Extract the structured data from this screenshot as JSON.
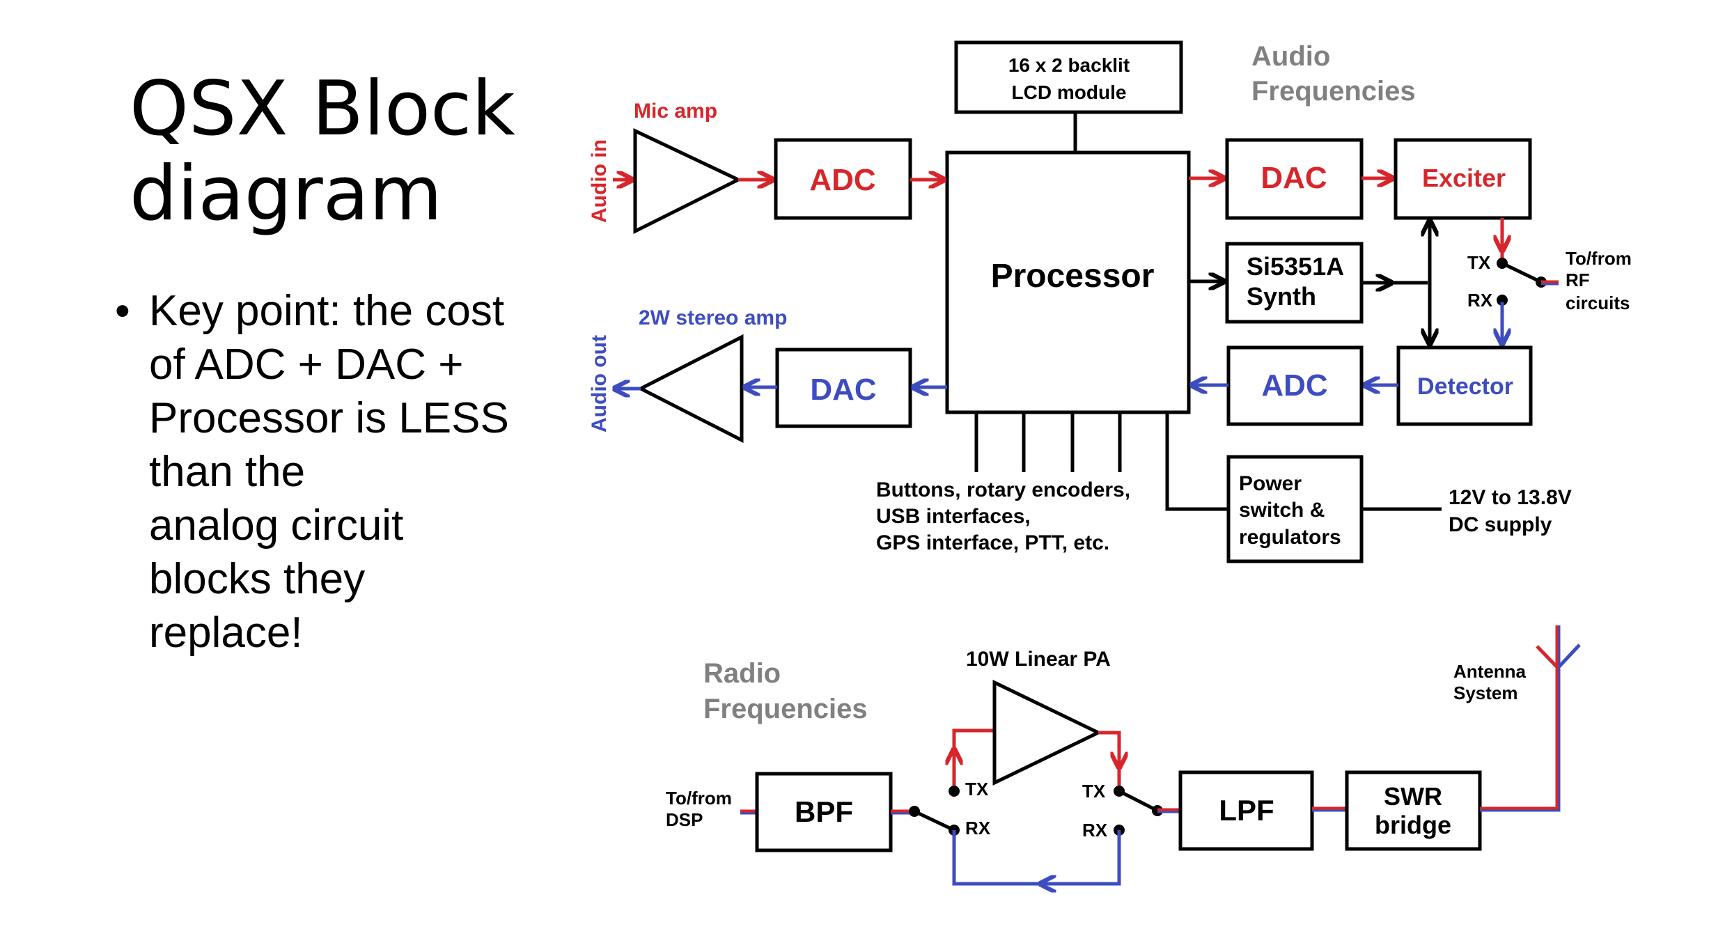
{
  "slide": {
    "title": "QSX Block\ndiagram",
    "bullet_symbol": "•",
    "bullet_text": "Key point: the cost\nof ADC + DAC +\nProcessor is LESS\nthan the\nanalog circuit\nblocks they\nreplace!"
  },
  "colors": {
    "audio_in": "#d7262b",
    "audio_out": "#3d4dbf",
    "section_label": "#808080",
    "line": "#000000"
  },
  "audio_diagram": {
    "section_label_1": "Audio",
    "section_label_2": "Frequencies",
    "lcd_line1": "16 x 2 backlit",
    "lcd_line2": "LCD module",
    "mic_amp": "Mic amp",
    "audio_in": "Audio in",
    "adc_in": "ADC",
    "processor": "Processor",
    "dac_out": "DAC",
    "exciter": "Exciter",
    "synth_line1": "Si5351A",
    "synth_line2": "Synth",
    "tx": "TX",
    "rx": "RX",
    "rf_line1": "To/from",
    "rf_line2": "RF",
    "rf_line3": "circuits",
    "stereo_amp": "2W stereo amp",
    "audio_out": "Audio out",
    "dac_in": "DAC",
    "adc_out": "ADC",
    "detector": "Detector",
    "io_line1": "Buttons, rotary encoders,",
    "io_line2": "USB interfaces,",
    "io_line3": "GPS interface, PTT, etc.",
    "power_line1": "Power",
    "power_line2": "switch &",
    "power_line3": "regulators",
    "supply_line1": "12V to 13.8V",
    "supply_line2": "DC supply"
  },
  "rf_diagram": {
    "section_label_1": "Radio",
    "section_label_2": "Frequencies",
    "pa_label": "10W Linear PA",
    "dsp_line1": "To/from",
    "dsp_line2": "DSP",
    "bpf": "BPF",
    "lpf": "LPF",
    "swr_line1": "SWR",
    "swr_line2": "bridge",
    "tx_left": "TX",
    "rx_left": "RX",
    "tx_right": "TX",
    "rx_right": "RX",
    "antenna_line1": "Antenna",
    "antenna_line2": "System"
  }
}
